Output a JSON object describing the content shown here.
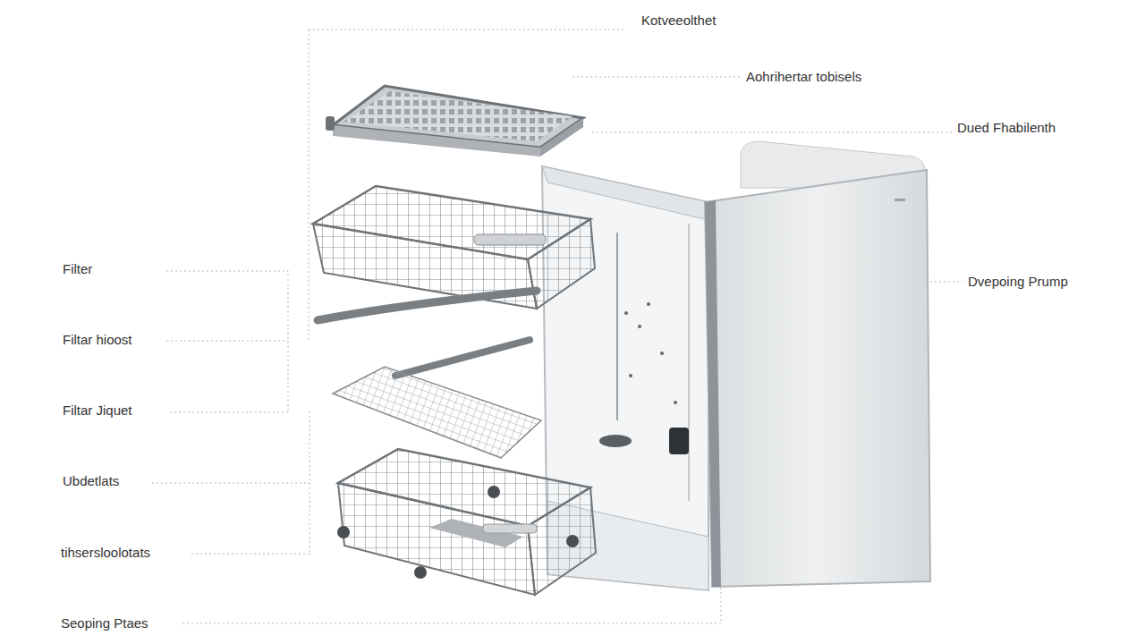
{
  "diagram": {
    "labels": [
      "Kotveeolthet",
      "Aohrihertar tobisels",
      "Dued Fhabilenth",
      "Filter",
      "Filtar hioost",
      "Dvepoing Prump",
      "Filtar Jiquet",
      "Ubdetlats",
      "tihsersloolotats",
      "Seoping Ptaes"
    ]
  }
}
